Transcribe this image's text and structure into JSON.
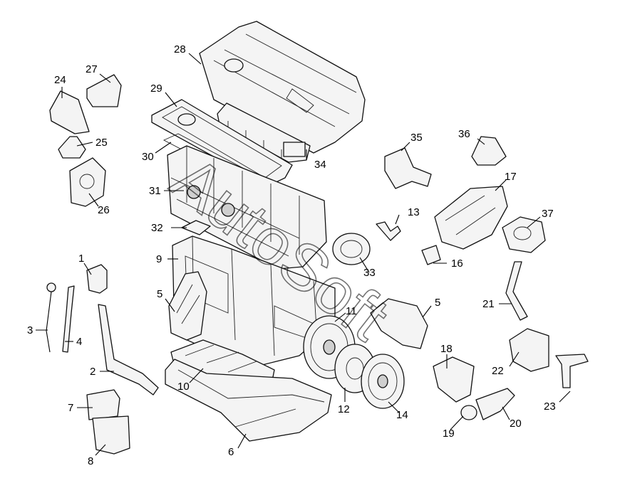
{
  "watermark": "AutoSoft",
  "callouts": [
    {
      "id": "1",
      "text": "1"
    },
    {
      "id": "2",
      "text": "2"
    },
    {
      "id": "3",
      "text": "3"
    },
    {
      "id": "4",
      "text": "4"
    },
    {
      "id": "5",
      "text": "5"
    },
    {
      "id": "5b",
      "text": "5"
    },
    {
      "id": "6",
      "text": "6"
    },
    {
      "id": "7",
      "text": "7"
    },
    {
      "id": "8",
      "text": "8"
    },
    {
      "id": "9",
      "text": "9"
    },
    {
      "id": "10",
      "text": "10"
    },
    {
      "id": "11",
      "text": "11"
    },
    {
      "id": "12",
      "text": "12"
    },
    {
      "id": "13",
      "text": "13"
    },
    {
      "id": "14",
      "text": "14"
    },
    {
      "id": "16",
      "text": "16"
    },
    {
      "id": "17",
      "text": "17"
    },
    {
      "id": "18",
      "text": "18"
    },
    {
      "id": "19",
      "text": "19"
    },
    {
      "id": "20",
      "text": "20"
    },
    {
      "id": "21",
      "text": "21"
    },
    {
      "id": "22",
      "text": "22"
    },
    {
      "id": "23",
      "text": "23"
    },
    {
      "id": "24",
      "text": "24"
    },
    {
      "id": "25",
      "text": "25"
    },
    {
      "id": "26",
      "text": "26"
    },
    {
      "id": "27",
      "text": "27"
    },
    {
      "id": "28",
      "text": "28"
    },
    {
      "id": "29",
      "text": "29"
    },
    {
      "id": "30",
      "text": "30"
    },
    {
      "id": "31",
      "text": "31"
    },
    {
      "id": "32",
      "text": "32"
    },
    {
      "id": "33",
      "text": "33"
    },
    {
      "id": "34",
      "text": "34"
    },
    {
      "id": "35",
      "text": "35"
    },
    {
      "id": "36",
      "text": "36"
    },
    {
      "id": "37",
      "text": "37"
    }
  ]
}
